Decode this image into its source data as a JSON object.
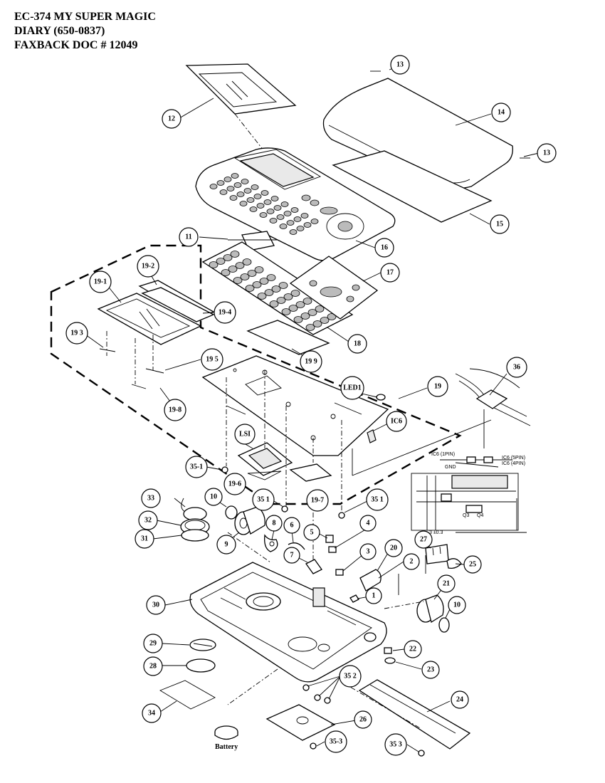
{
  "header": {
    "line1": "EC-374 MY SUPER MAGIC",
    "line2": "DIARY  (650-0837)",
    "line3": "FAXBACK DOC # 12049"
  },
  "callouts": [
    {
      "label": "1"
    },
    {
      "label": "2"
    },
    {
      "label": "3"
    },
    {
      "label": "4"
    },
    {
      "label": "5"
    },
    {
      "label": "6"
    },
    {
      "label": "7"
    },
    {
      "label": "8"
    },
    {
      "label": "9"
    },
    {
      "label": "10"
    },
    {
      "label": "10"
    },
    {
      "label": "11"
    },
    {
      "label": "12"
    },
    {
      "label": "13"
    },
    {
      "label": "13"
    },
    {
      "label": "14"
    },
    {
      "label": "15"
    },
    {
      "label": "16"
    },
    {
      "label": "17"
    },
    {
      "label": "18"
    },
    {
      "label": "19"
    },
    {
      "label": "19-1"
    },
    {
      "label": "19-2"
    },
    {
      "label": "19 3"
    },
    {
      "label": "19-4"
    },
    {
      "label": "19 5"
    },
    {
      "label": "19-6"
    },
    {
      "label": "19-7"
    },
    {
      "label": "19-8"
    },
    {
      "label": "19 9"
    },
    {
      "label": "20"
    },
    {
      "label": "21"
    },
    {
      "label": "22"
    },
    {
      "label": "23"
    },
    {
      "label": "24"
    },
    {
      "label": "25"
    },
    {
      "label": "26"
    },
    {
      "label": "27"
    },
    {
      "label": "28"
    },
    {
      "label": "29"
    },
    {
      "label": "30"
    },
    {
      "label": "31"
    },
    {
      "label": "32"
    },
    {
      "label": "33"
    },
    {
      "label": "34"
    },
    {
      "label": "35-1"
    },
    {
      "label": "35 1"
    },
    {
      "label": "35 1"
    },
    {
      "label": "35 2"
    },
    {
      "label": "35-3"
    },
    {
      "label": "35 3"
    },
    {
      "label": "36"
    },
    {
      "label": "LED1"
    },
    {
      "label": "IC6"
    },
    {
      "label": "LSI"
    }
  ],
  "battery_label": "Battery",
  "schematic": {
    "ic6_5pin": "IC6 (5PIN)",
    "ic6_4pin": "IC6 (4PIN)",
    "ic6_1pin": "IC6 (1PIN)",
    "gnd": "GND",
    "q3": "Q3",
    "q4": "Q4"
  }
}
